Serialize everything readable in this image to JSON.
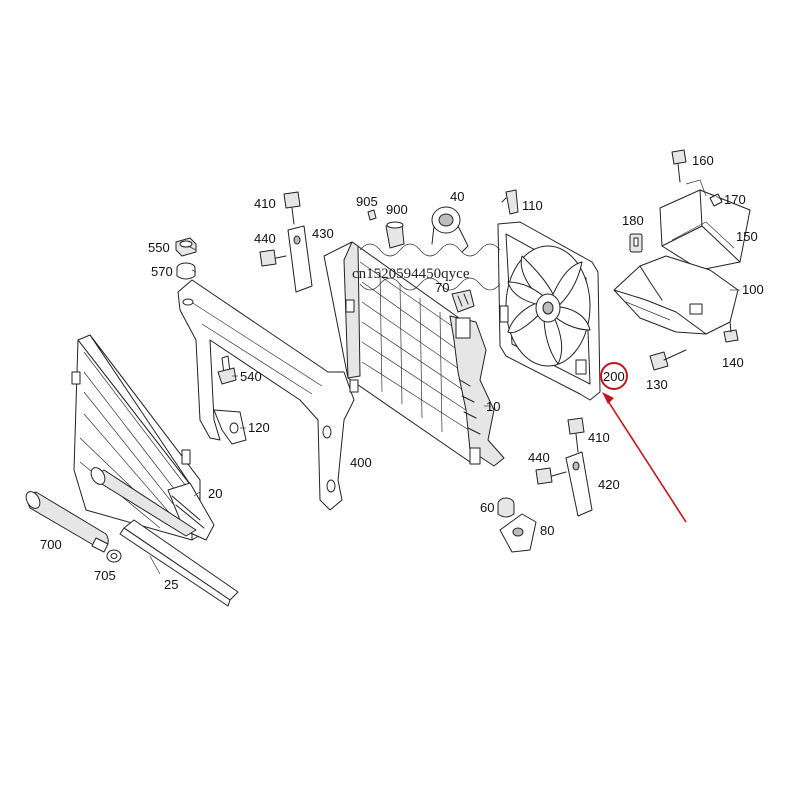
{
  "diagram": {
    "callouts": [
      {
        "id": "160",
        "text": "160"
      },
      {
        "id": "170",
        "text": "170"
      },
      {
        "id": "150",
        "text": "150"
      },
      {
        "id": "180",
        "text": "180"
      },
      {
        "id": "100",
        "text": "100"
      },
      {
        "id": "140",
        "text": "140"
      },
      {
        "id": "130",
        "text": "130"
      },
      {
        "id": "200",
        "text": "200"
      },
      {
        "id": "110",
        "text": "110"
      },
      {
        "id": "40",
        "text": "40"
      },
      {
        "id": "905",
        "text": "905"
      },
      {
        "id": "900",
        "text": "900"
      },
      {
        "id": "70",
        "text": "70"
      },
      {
        "id": "410a",
        "text": "410"
      },
      {
        "id": "430",
        "text": "430"
      },
      {
        "id": "440a",
        "text": "440"
      },
      {
        "id": "550",
        "text": "550"
      },
      {
        "id": "570",
        "text": "570"
      },
      {
        "id": "540",
        "text": "540"
      },
      {
        "id": "120",
        "text": "120"
      },
      {
        "id": "400",
        "text": "400"
      },
      {
        "id": "10",
        "text": "10"
      },
      {
        "id": "410b",
        "text": "410"
      },
      {
        "id": "440b",
        "text": "440"
      },
      {
        "id": "420",
        "text": "420"
      },
      {
        "id": "60",
        "text": "60"
      },
      {
        "id": "80",
        "text": "80"
      },
      {
        "id": "20",
        "text": "20"
      },
      {
        "id": "700",
        "text": "700"
      },
      {
        "id": "705",
        "text": "705"
      },
      {
        "id": "25",
        "text": "25"
      }
    ],
    "highlighted_callout": "200",
    "highlight_color": "#c0161c",
    "line_color": "#222222",
    "watermark": "cn1520594450qyce"
  }
}
